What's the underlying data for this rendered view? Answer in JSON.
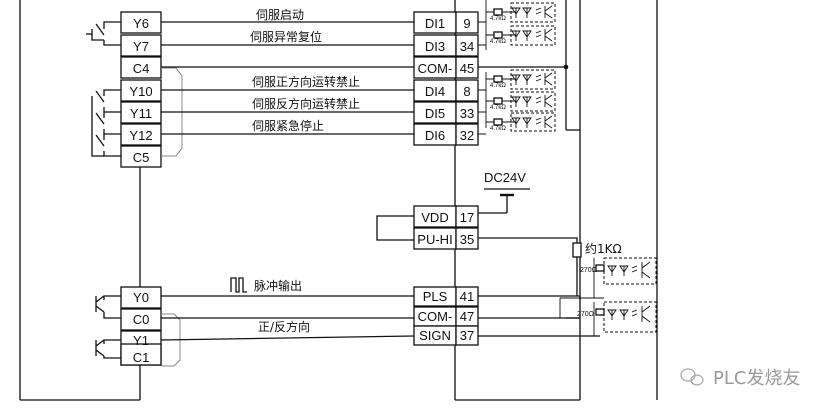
{
  "plc_terminals": {
    "y6": "Y6",
    "y7": "Y7",
    "c4": "C4",
    "y10": "Y10",
    "y11": "Y11",
    "y12": "Y12",
    "c5": "C5",
    "y0": "Y0",
    "c0": "C0",
    "y1": "Y1",
    "c1": "C1"
  },
  "servo_labels": {
    "di1": "DI1",
    "di3": "DI3",
    "com1": "COM-",
    "di4": "DI4",
    "di5": "DI5",
    "di6": "DI6",
    "vdd": "VDD",
    "puhi": "PU-HI",
    "pls": "PLS",
    "com2": "COM-",
    "sign": "SIGN"
  },
  "servo_pins": {
    "di1": "9",
    "di3": "34",
    "com1": "45",
    "di4": "8",
    "di5": "33",
    "di6": "32",
    "vdd": "17",
    "puhi": "35",
    "pls": "41",
    "com2": "47",
    "sign": "37"
  },
  "signal_labels": {
    "start": "伺服启动",
    "reset": "伺服异常复位",
    "fwd_inhibit": "伺服正方向运转禁止",
    "rev_inhibit": "伺服反方向运转禁止",
    "estop": "伺服紧急停止",
    "pulse": "脉冲输出",
    "direction": "正/反方向"
  },
  "power_label": "DC24V",
  "components": {
    "pullup_resistor": "约1KΩ",
    "input_resistor": "4.7kΩ",
    "opto_resistor": "270Ω"
  },
  "watermark": "PLC发烧友"
}
